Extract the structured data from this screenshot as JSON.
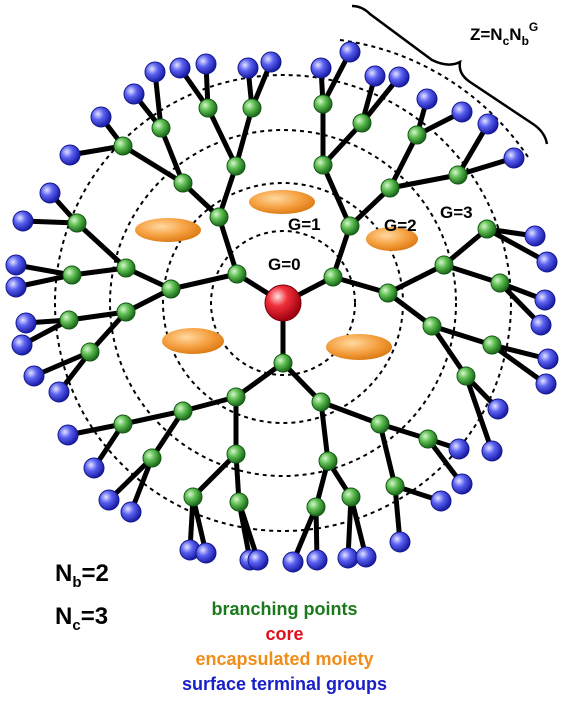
{
  "gen_labels": {
    "g0": "G=0",
    "g1": "G=1",
    "g2": "G=2",
    "g3": "G=3"
  },
  "formula": {
    "base": "Z=N",
    "sub1": "c",
    "mid": "N",
    "sub2": "b",
    "sup": "G"
  },
  "params": {
    "nb": {
      "letter": "N",
      "sub": "b",
      "value": "=2"
    },
    "nc": {
      "letter": "N",
      "sub": "c",
      "value": "=3"
    }
  },
  "legend": {
    "branching": {
      "text": "branching points",
      "color": "#1a7a1a"
    },
    "core": {
      "text": "core",
      "color": "#e0101a"
    },
    "moiety": {
      "text": "encapsulated moiety",
      "color": "#f08c18"
    },
    "surface": {
      "text": "surface terminal groups",
      "color": "#1a20c8"
    }
  },
  "structure": {
    "core_count": 1,
    "core_branches": 3,
    "branch_multiplicity": 2,
    "generations": 3,
    "terminal_groups": 48,
    "encapsulated_moieties": 5
  }
}
